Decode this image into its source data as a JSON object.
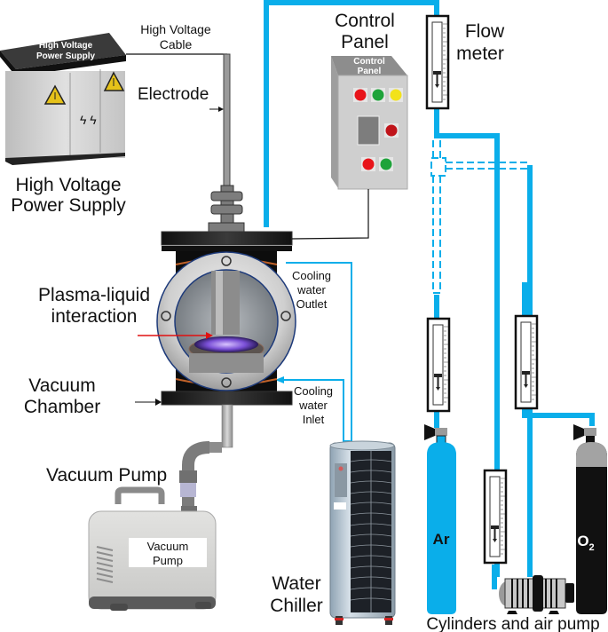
{
  "title": "Plasma-liquid interaction experimental setup",
  "labels": {
    "hv_cable": [
      "High Voltage",
      "Cable"
    ],
    "electrode": "Electrode",
    "hv_power_supply": [
      "High Voltage",
      "Power Supply"
    ],
    "hv_box_lid": [
      "High Voltage",
      "Power Supply"
    ],
    "control_panel": [
      "Control",
      "Panel"
    ],
    "control_panel_lid": [
      "Control",
      "Panel"
    ],
    "flow_meter": [
      "Flow",
      "meter"
    ],
    "plasma_liquid": [
      "Plasma-liquid",
      "interaction"
    ],
    "cooling_outlet": [
      "Cooling",
      "water",
      "Outlet"
    ],
    "cooling_inlet": [
      "Cooling",
      "water",
      "Inlet"
    ],
    "vacuum_chamber": [
      "Vacuum",
      "Chamber"
    ],
    "vacuum_pump": "Vacuum Pump",
    "vacuum_pump_box": [
      "Vacuum",
      "Pump"
    ],
    "water_chiller": [
      "Water",
      "Chiller"
    ],
    "cylinders": "Cylinders and air pump",
    "argon": "Ar",
    "oxygen": "O",
    "oxygen_sub": "2"
  },
  "control_panel_buttons": {
    "row1": [
      "#e8141a",
      "#1ea33a",
      "#f2e21a"
    ],
    "row2": [
      "#c0141a"
    ],
    "row3": [
      "#e8141a",
      "#1ea33a"
    ]
  },
  "colors": {
    "pipe": "#0aaeea",
    "argon_cylinder": "#0aaeea",
    "oxygen_cylinder": "#000000",
    "warning": "#e6c21a",
    "plasma": "#7a4fd6"
  }
}
